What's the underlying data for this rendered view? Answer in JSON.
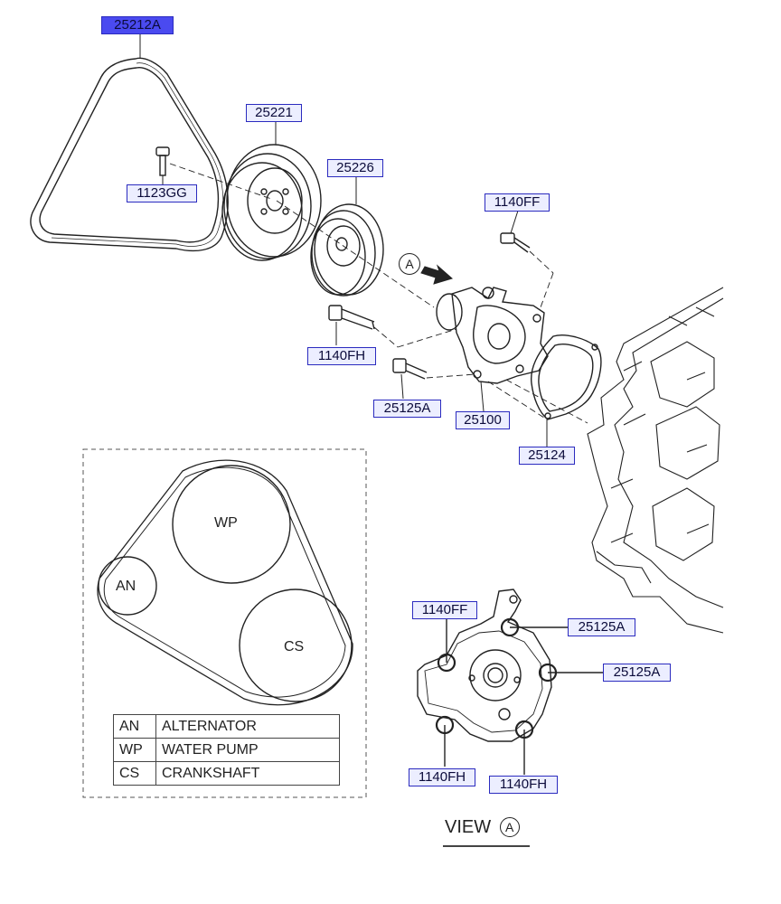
{
  "part_labels": [
    {
      "id": "25212A",
      "text": "25212A",
      "selected": true
    },
    {
      "id": "25221",
      "text": "25221"
    },
    {
      "id": "1123GG",
      "text": "1123GG"
    },
    {
      "id": "25226",
      "text": "25226"
    },
    {
      "id": "1140FF-top",
      "text": "1140FF"
    },
    {
      "id": "1140FH-top",
      "text": "1140FH"
    },
    {
      "id": "25125A-top",
      "text": "25125A"
    },
    {
      "id": "25100",
      "text": "25100"
    },
    {
      "id": "25124",
      "text": "25124"
    },
    {
      "id": "1140FF-view",
      "text": "1140FF"
    },
    {
      "id": "25125A-view-1",
      "text": "25125A"
    },
    {
      "id": "25125A-view-2",
      "text": "25125A"
    },
    {
      "id": "1140FH-view-1",
      "text": "1140FH"
    },
    {
      "id": "1140FH-view-2",
      "text": "1140FH"
    }
  ],
  "belt_routing": {
    "circles": {
      "an": "AN",
      "wp": "WP",
      "cs": "CS"
    },
    "legend": [
      {
        "code": "AN",
        "description": "ALTERNATOR"
      },
      {
        "code": "WP",
        "description": "WATER PUMP"
      },
      {
        "code": "CS",
        "description": "CRANKSHAFT"
      }
    ]
  },
  "reference_marker": "A",
  "view": {
    "title": "VIEW",
    "marker": "A"
  },
  "colors": {
    "label_border": "#2b2bbf",
    "label_fill": "#eceeff",
    "selected_fill": "#4a4af0",
    "line": "#222222"
  }
}
